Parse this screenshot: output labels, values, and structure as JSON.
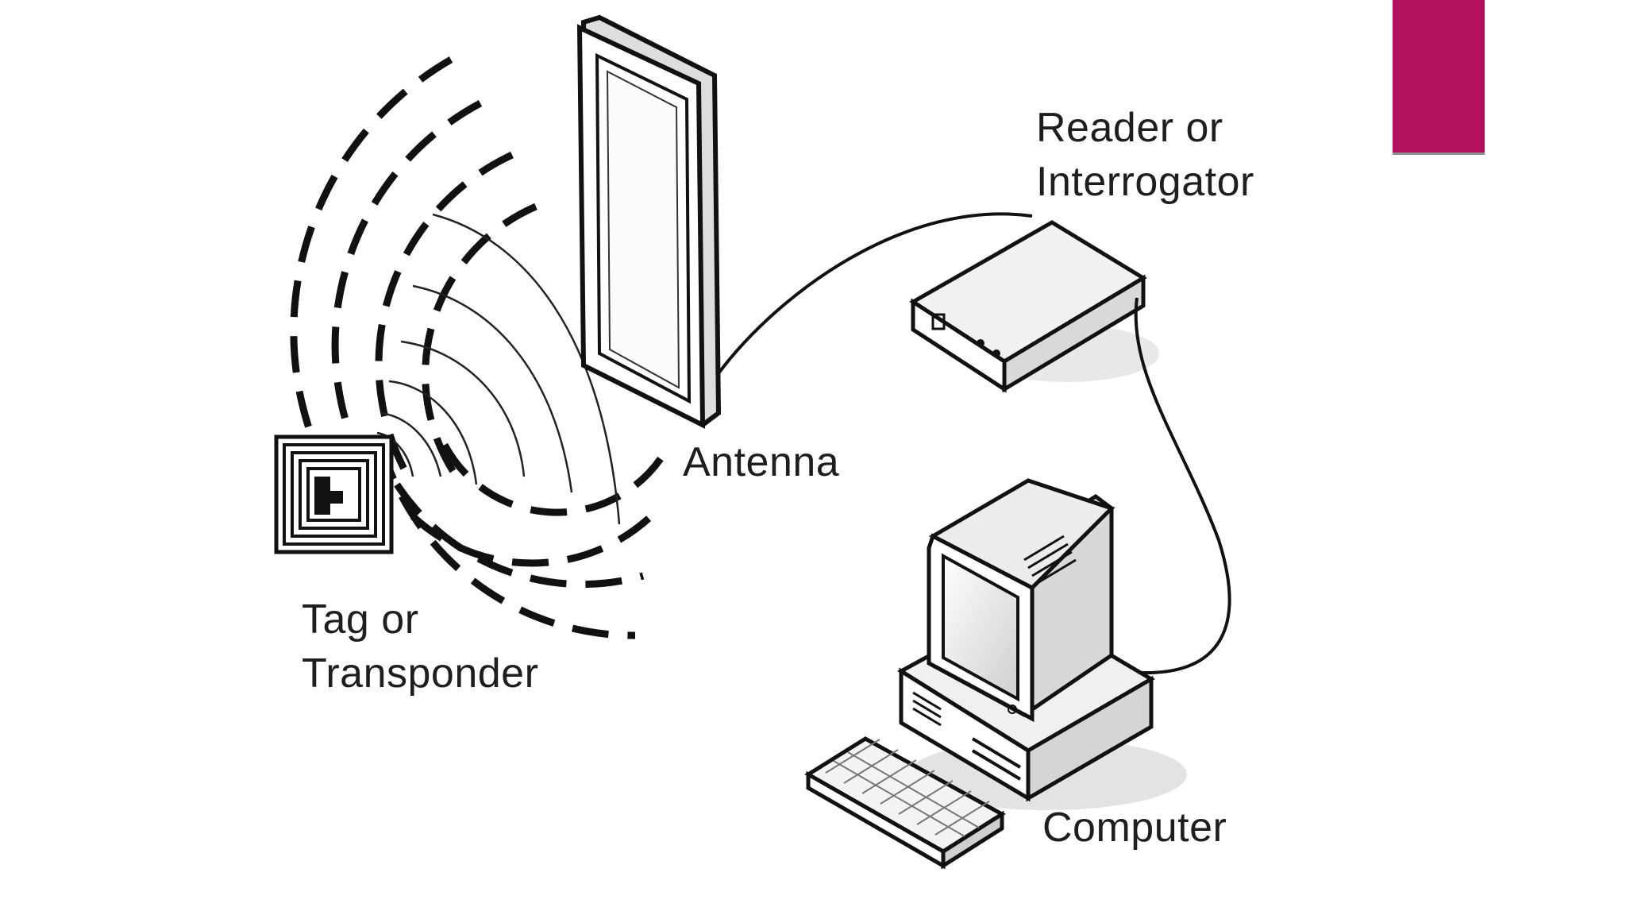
{
  "accent_color": "#b3105e",
  "diagram": {
    "labels": {
      "reader": [
        "Reader or",
        "Interrogator"
      ],
      "antenna": "Antenna",
      "tag": [
        "Tag or",
        "Transponder"
      ],
      "computer": "Computer"
    },
    "icons": {
      "tag": "rfid-tag-icon",
      "antenna": "antenna-panel-icon",
      "reader": "reader-device-icon",
      "computer": "desktop-computer-icon",
      "keyboard": "keyboard-icon",
      "waves": "radio-waves-icon"
    }
  }
}
